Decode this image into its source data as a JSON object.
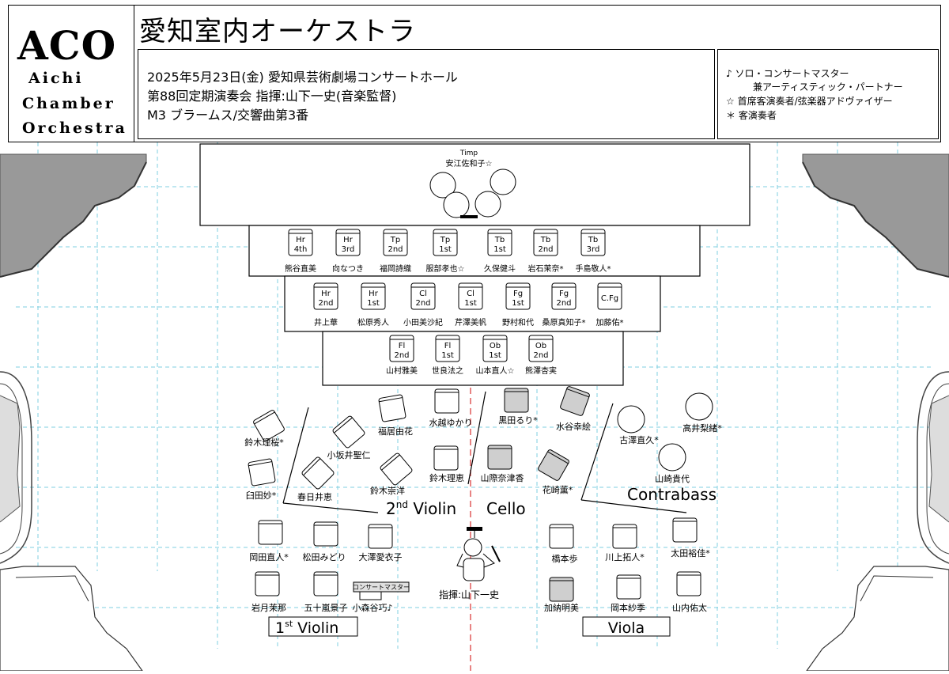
{
  "header": {
    "logo": "ACO",
    "logo_lines": [
      "Aichi",
      "Chamber",
      "Orchestra"
    ],
    "title": "愛知室内オーケストラ",
    "info": [
      "2025年5月23日(金)  愛知県芸術劇場コンサートホール",
      "第88回定期演奏会  指揮:山下一史(音楽監督)",
      "M3 ブラームス/交響曲第3番"
    ],
    "legend": [
      "♪  ソロ・コンサートマスター",
      "兼アーティスティック・パートナー",
      "☆  首席客演奏者/弦楽器アドヴァイザー",
      "＊  客演奏者"
    ]
  },
  "timpani": {
    "label": "Timp",
    "player": "安江佐和子☆"
  },
  "winds": [
    {
      "inst": "Hr",
      "part": "4th",
      "player": "熊谷直美"
    },
    {
      "inst": "Hr",
      "part": "3rd",
      "player": "向なつき"
    },
    {
      "inst": "Tp",
      "part": "2nd",
      "player": "福岡詩織"
    },
    {
      "inst": "Tp",
      "part": "1st",
      "player": "服部孝也☆"
    },
    {
      "inst": "Tb",
      "part": "1st",
      "player": "久保健斗"
    },
    {
      "inst": "Tb",
      "part": "2nd",
      "player": "岩石茉奈*"
    },
    {
      "inst": "Tb",
      "part": "3rd",
      "player": "手島敬人*"
    },
    {
      "inst": "Hr",
      "part": "2nd",
      "player": "井上華"
    },
    {
      "inst": "Hr",
      "part": "1st",
      "player": "松原秀人"
    },
    {
      "inst": "Cl",
      "part": "2nd",
      "player": "小田美沙紀"
    },
    {
      "inst": "Cl",
      "part": "1st",
      "player": "芹澤美帆"
    },
    {
      "inst": "Fg",
      "part": "1st",
      "player": "野村和代"
    },
    {
      "inst": "Fg",
      "part": "2nd",
      "player": "桑原真知子*"
    },
    {
      "inst": "C.Fg",
      "part": "",
      "player": "加藤佑*"
    },
    {
      "inst": "Fl",
      "part": "2nd",
      "player": "山村雅美"
    },
    {
      "inst": "Fl",
      "part": "1st",
      "player": "世良法之"
    },
    {
      "inst": "Ob",
      "part": "1st",
      "player": "山本直人☆"
    },
    {
      "inst": "Ob",
      "part": "2nd",
      "player": "熊澤杏実"
    }
  ],
  "strings": {
    "second_violin": [
      "鈴木理桜*",
      "臼田妙*",
      "小坂井聖仁",
      "春日井恵",
      "福居由花",
      "鈴木崇洋"
    ],
    "cello": [
      "水越ゆかり",
      "黒田るり*",
      "鈴木理恵",
      "山際奈津香",
      "水谷幸絵",
      "花崎薫*"
    ],
    "contrabass": [
      "古澤直久*",
      "高井梨緒*",
      "山崎貴代"
    ],
    "first_violin": [
      "岡田直人*",
      "松田みどり",
      "大澤愛衣子",
      "岩月茉那",
      "五十嵐景子",
      "小森谷巧♪"
    ],
    "viola": [
      "橋本歩",
      "川上拓人*",
      "太田裕佳*",
      "加納明美",
      "岡本紗季",
      "山内佑太"
    ]
  },
  "section_labels": {
    "second_violin_main": "2",
    "second_violin_sup": "nd",
    "second_violin_rest": " Violin",
    "cello": "Cello",
    "contrabass": "Contrabass",
    "first_violin_main": "1",
    "first_violin_sup": "st",
    "first_violin_rest": " Violin",
    "viola": "Viola"
  },
  "concertmaster_tag": "コンサートマスター",
  "conductor": "指揮:山下一史"
}
